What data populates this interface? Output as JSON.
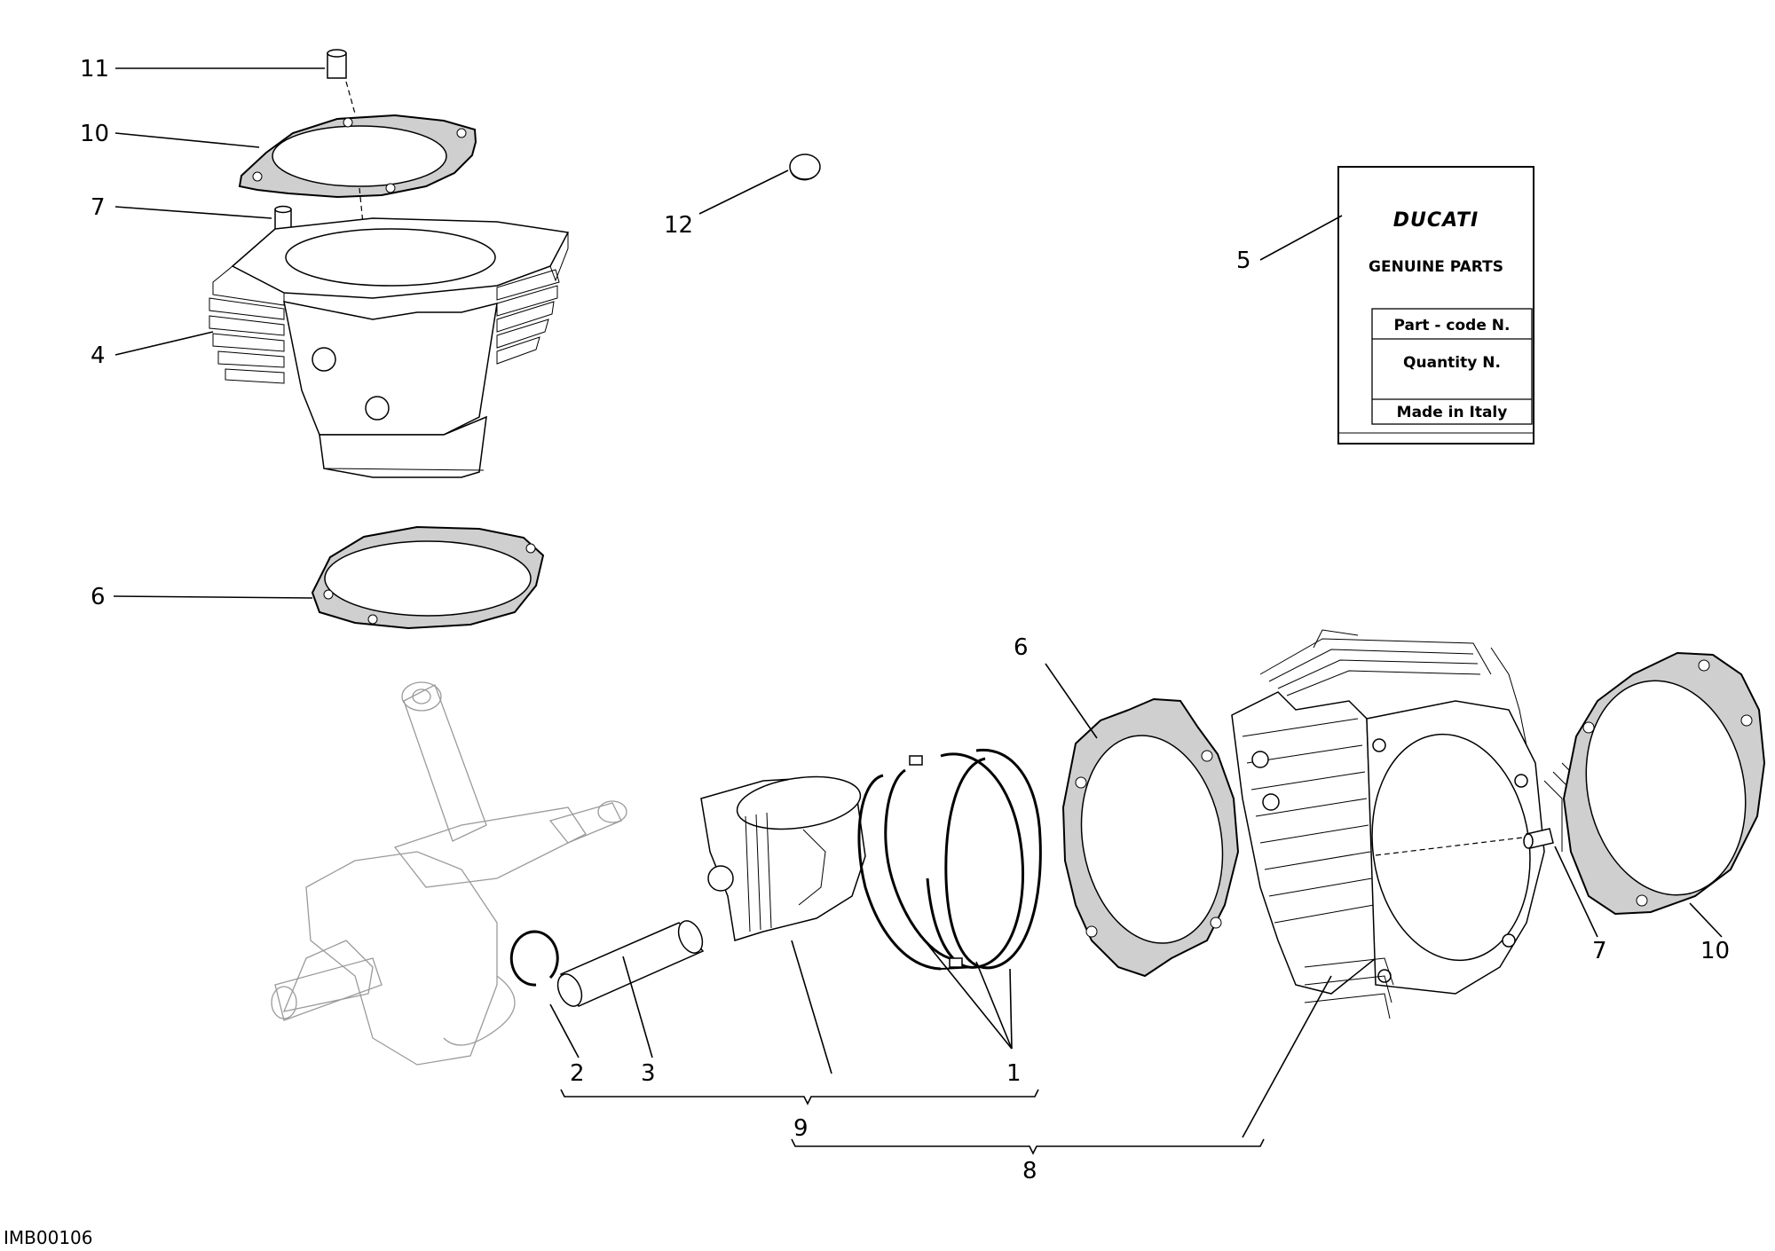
{
  "callouts": {
    "c11": "11",
    "c10_top": "10",
    "c7_top": "7",
    "c4": "4",
    "c6_top": "6",
    "c12": "12",
    "c5": "5",
    "c6_right": "6",
    "c7_right": "7",
    "c10_right": "10",
    "c2": "2",
    "c3": "3",
    "c1": "1",
    "c9": "9",
    "c8": "8"
  },
  "parts_tag": {
    "brand": "DUCATI",
    "line1": "GENUINE PARTS",
    "field1": "Part - code N.",
    "field2": "Quantity N.",
    "field3": "Made in Italy"
  },
  "drawing_ref": "IMB00106"
}
